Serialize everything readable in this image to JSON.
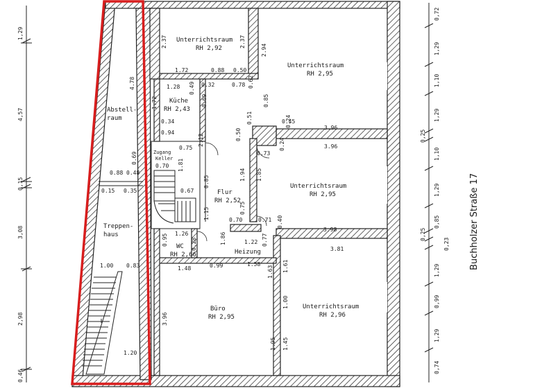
{
  "plan": {
    "street": "Buchholzer Straße 17",
    "highlight_color": "#d81e1e",
    "rooms": {
      "abstellraum": [
        "Abstell-",
        "raum"
      ],
      "treppenhaus": [
        "Treppen-",
        "haus"
      ],
      "unterricht1": [
        "Unterrichtsraum",
        "RH 2,92"
      ],
      "unterricht2": [
        "Unterrichtsraum",
        "RH 2,95"
      ],
      "kueche": [
        "Küche",
        "RH 2,43"
      ],
      "unterricht3": [
        "Unterrichtsraum",
        "RH 2,95"
      ],
      "flur": [
        "Flur",
        "RH 2,52"
      ],
      "wc": [
        "WC",
        "RH 2,66"
      ],
      "heizung": [
        "Heizung"
      ],
      "buero": [
        "Büro",
        "RH 2,95"
      ],
      "unterricht4": [
        "Unterrichtsraum",
        "RH 2,96"
      ],
      "kellerzugang": [
        "Zugang",
        "Keller"
      ]
    },
    "left_dims": [
      "1,29",
      "4,57",
      "0,15",
      "3,08",
      "2,98",
      "0,46"
    ],
    "right_dims": [
      "0,72",
      "1,29",
      "1,10",
      "1,29",
      "0,25",
      "1,10",
      "1,29",
      "0,85",
      "0,25",
      "0,23",
      "1,29",
      "0,99",
      "1,29",
      "0,74"
    ],
    "interior_dims": {
      "d237a": "2.37",
      "d237b": "2.37",
      "d172": "1.72",
      "d088a": "0.88",
      "d050a": "0.50",
      "d294": "2.94",
      "d478": "4.78",
      "d128": "1.28",
      "d032": "0.32",
      "d078": "0.78",
      "d049": "0.49",
      "d172v": "1.72",
      "d062": "0.62",
      "d069": "0.69",
      "d085a": "0.85",
      "d051": "0.51",
      "d045": "0.45",
      "d024a": "0.24",
      "d396a": "3.96",
      "d034": "0.34",
      "d094": "0.94",
      "d050b": "0.50",
      "d212": "2.12",
      "d075a": "0.75",
      "d073": "0.73",
      "d024b": "0.24",
      "d396b": "3.96",
      "d070a": "0.70",
      "d181": "1.81",
      "d088b": "0.88",
      "d048": "0.48",
      "d069b": "0.69",
      "d194": "1.94",
      "d185": "1.85",
      "d015": "0.15",
      "d035": "0.35",
      "d085b": "0.85",
      "d067": "0.67",
      "d115": "1.15",
      "d075b": "0.75",
      "d070b": "0.70",
      "d071": "0.71",
      "d040": "0.40",
      "d398": "3.98",
      "d126": "1.26",
      "d095": "0.95",
      "d028": "0.28",
      "d186": "1.86",
      "d122": "1.22",
      "d077": "0.77",
      "d381": "3.81",
      "d100": "1.00",
      "d083": "0.83",
      "d148": "1.48",
      "d099": "0.99",
      "d158": "1.58",
      "d163": "1.63",
      "d161": "1.61",
      "d396c": "3.96",
      "d100b": "1.00",
      "d195": "1.95",
      "d145": "1.45",
      "d120": "1.20"
    }
  }
}
